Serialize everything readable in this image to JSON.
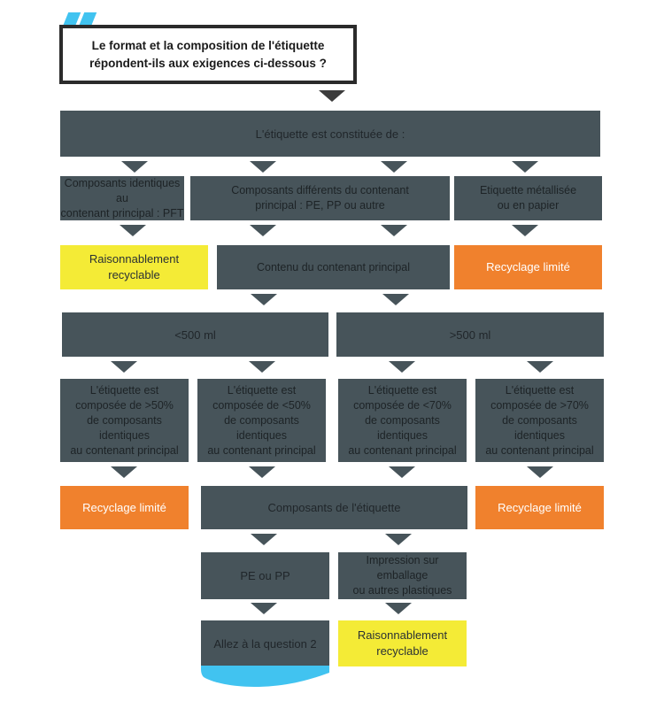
{
  "title": {
    "line1": "Le format et la composition de l'étiquette",
    "line2": "répondent-ils aux exigences ci-dessous ?"
  },
  "nodes": {
    "constituee": "L'étiquette est constituée de :",
    "identiques_pft": "Composants identiques au\ncontenant principal : PFT",
    "differents": "Composants différents du contenant\nprincipal : PE, PP ou autre",
    "metallisee": "Etiquette métallisée\nou en papier",
    "raisonnablement_1": "Raisonnablement\nrecyclable",
    "contenu": "Contenu du contenant principal",
    "recyclage_limite_1": "Recyclage limité",
    "moins_500": "<500 ml",
    "plus_500": ">500 ml",
    "etiquette_sup50": "L'étiquette est\ncomposée de >50%\nde composants\nidentiques\nau contenant principal",
    "etiquette_inf50": "L'étiquette est\ncomposée de <50%\nde composants\nidentiques\nau contenant principal",
    "etiquette_inf70": "L'étiquette est\ncomposée de <70%\nde composants\nidentiques\nau contenant principal",
    "etiquette_sup70": "L'étiquette est\ncomposée de >70%\nde composants\nidentiques\nau contenant principal",
    "recyclage_limite_2": "Recyclage limité",
    "composants_etiquette": "Composants de l'étiquette",
    "recyclage_limite_3": "Recyclage limité",
    "pe_ou_pp": "PE ou PP",
    "impression": "Impression sur\nemballage\nou autres plastiques",
    "allez_question2": "Allez à la question 2",
    "raisonnablement_2": "Raisonnablement\nrecyclable"
  },
  "icons": {
    "flow_arrow": "triangle-down",
    "title_deco": "double-slash"
  },
  "colors": {
    "slate": "#47545a",
    "orange": "#f0812d",
    "yellow": "#f4eb36",
    "blue": "#41c3f0",
    "title_border": "#2b2b2b",
    "title_arrow": "#3c3c3c",
    "background": "#ffffff"
  }
}
